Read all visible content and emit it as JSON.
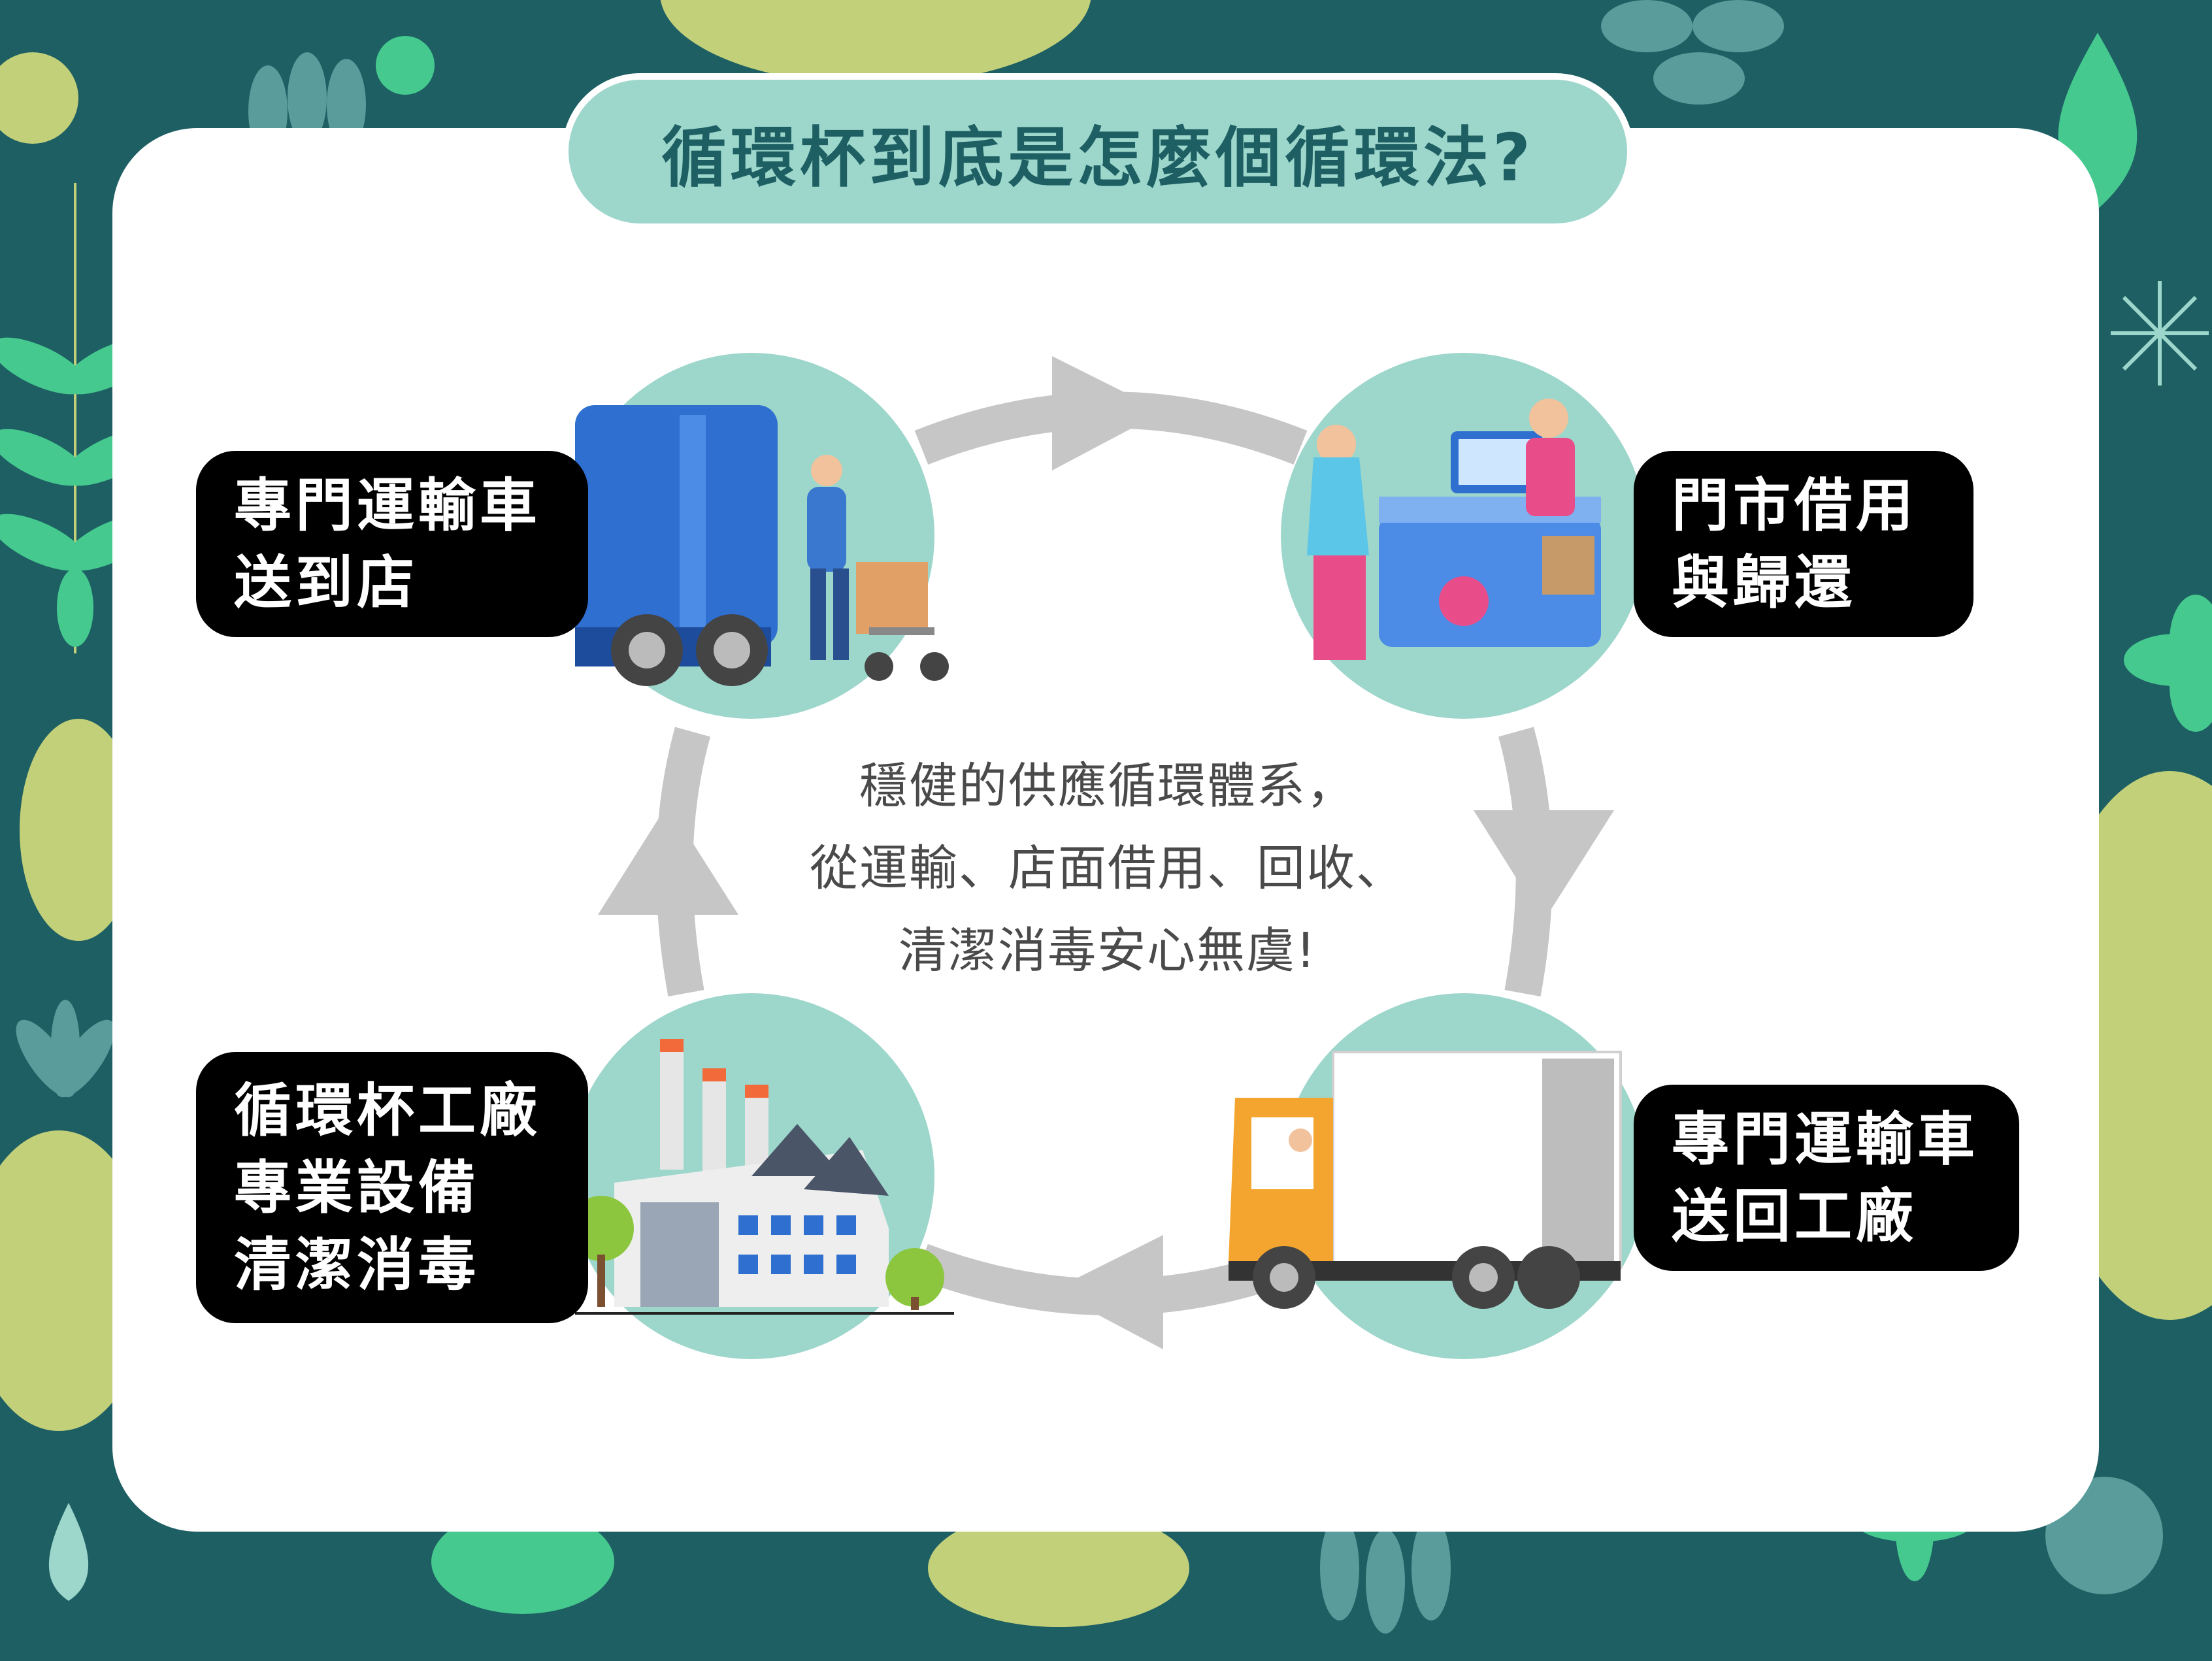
{
  "title": "循環杯到底是怎麼個循環法?",
  "center_text": [
    "穩健的供應循環體系，",
    "從運輸、店面借用、回收、",
    "清潔消毒安心無虞!"
  ],
  "steps": [
    {
      "id": "deliver",
      "lines": [
        "專門運輸車",
        "送到店"
      ],
      "icon": "delivery-truck-worker-icon"
    },
    {
      "id": "store",
      "lines": [
        "門市借用",
        "與歸還"
      ],
      "icon": "store-counter-icon"
    },
    {
      "id": "return",
      "lines": [
        "專門運輸車",
        "送回工廠"
      ],
      "icon": "return-truck-icon"
    },
    {
      "id": "factory",
      "lines": [
        "循環杯工廠",
        "專業設備",
        "清潔消毒"
      ],
      "icon": "factory-icon"
    }
  ],
  "colors": {
    "background": "#1d5f63",
    "card": "#ffffff",
    "title_pill": "#9dd6cb",
    "title_text": "#1d5f63",
    "circle": "#9dd6cb",
    "arrow": "#c6c6c6",
    "label_bg": "#000000",
    "label_text": "#ffffff",
    "leaf_light": "#c3d07a",
    "leaf_green": "#45c98e",
    "leaf_teal": "#5a9c9c"
  }
}
